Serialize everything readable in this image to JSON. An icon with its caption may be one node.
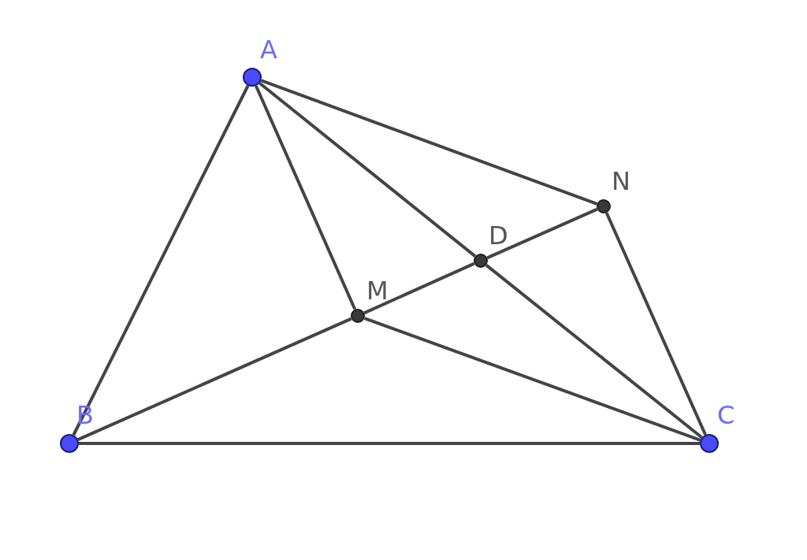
{
  "diagram": {
    "nodes": [
      {
        "text": [],
        "shape": "circle",
        "beside": [
          "A"
        ]
      },
      {
        "text": [],
        "shape": "circle",
        "beside": [
          "B"
        ]
      },
      {
        "text": [],
        "shape": "circle",
        "beside": [
          "C"
        ]
      },
      {
        "text": [],
        "shape": "circle",
        "beside": [
          "D"
        ]
      },
      {
        "text": [],
        "shape": "circle",
        "beside": [
          "M"
        ]
      },
      {
        "text": [],
        "shape": "circle",
        "beside": [
          "N"
        ]
      }
    ],
    "edges": [
      {
        "from": 0,
        "to": 1,
        "arrow": "none"
      },
      {
        "from": 1,
        "to": 2,
        "arrow": "none"
      },
      {
        "from": 0,
        "to": 3,
        "arrow": "none"
      },
      {
        "from": 3,
        "to": 2,
        "arrow": "none"
      },
      {
        "from": 0,
        "to": 4,
        "arrow": "none"
      },
      {
        "from": 0,
        "to": 5,
        "arrow": "none"
      },
      {
        "from": 5,
        "to": 2,
        "arrow": "none"
      },
      {
        "from": 1,
        "to": 4,
        "arrow": "none"
      },
      {
        "from": 4,
        "to": 3,
        "arrow": "none"
      },
      {
        "from": 3,
        "to": 5,
        "arrow": "none"
      },
      {
        "from": 4,
        "to": 2,
        "arrow": "none"
      }
    ]
  }
}
